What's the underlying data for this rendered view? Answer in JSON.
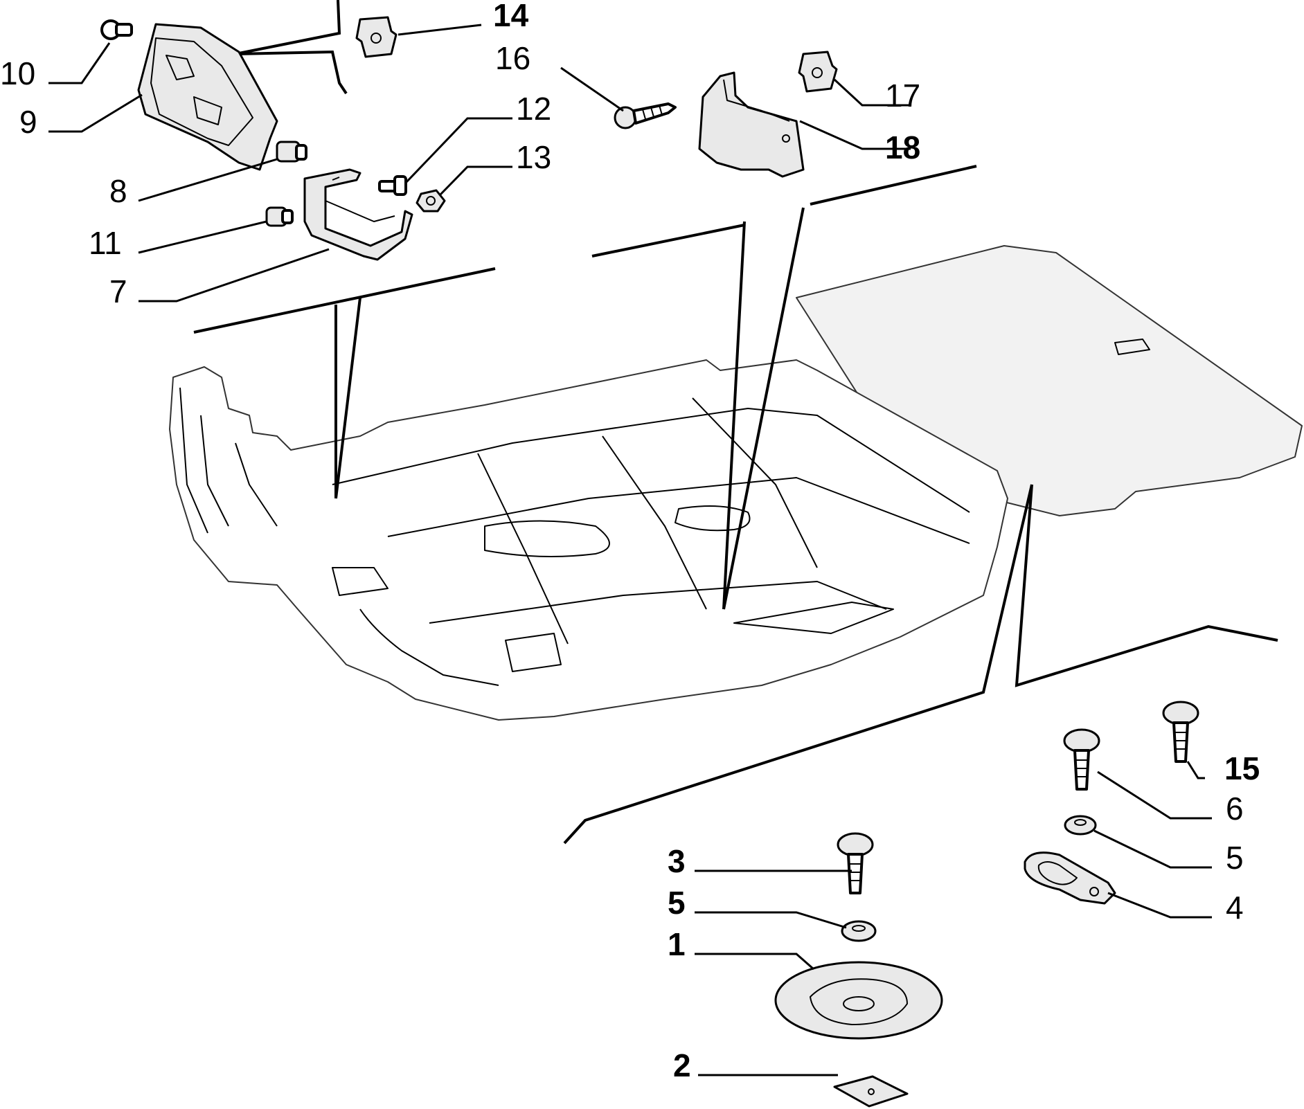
{
  "callouts": [
    {
      "id": "c10",
      "text": "10",
      "bold": false
    },
    {
      "id": "c9",
      "text": "9",
      "bold": false
    },
    {
      "id": "c8",
      "text": "8",
      "bold": false
    },
    {
      "id": "c11",
      "text": "11",
      "bold": false
    },
    {
      "id": "c7",
      "text": "7",
      "bold": false
    },
    {
      "id": "c14",
      "text": "14",
      "bold": true
    },
    {
      "id": "c16",
      "text": "16",
      "bold": false
    },
    {
      "id": "c12",
      "text": "12",
      "bold": false
    },
    {
      "id": "c13",
      "text": "13",
      "bold": false
    },
    {
      "id": "c17",
      "text": "17",
      "bold": false
    },
    {
      "id": "c18",
      "text": "18",
      "bold": true
    },
    {
      "id": "c15",
      "text": "15",
      "bold": true
    },
    {
      "id": "c6",
      "text": "6",
      "bold": false
    },
    {
      "id": "c5r",
      "text": "5",
      "bold": false
    },
    {
      "id": "c4",
      "text": "4",
      "bold": false
    },
    {
      "id": "c3",
      "text": "3",
      "bold": true
    },
    {
      "id": "c5l",
      "text": "5",
      "bold": true
    },
    {
      "id": "c1",
      "text": "1",
      "bold": true
    },
    {
      "id": "c2",
      "text": "2",
      "bold": true
    }
  ]
}
